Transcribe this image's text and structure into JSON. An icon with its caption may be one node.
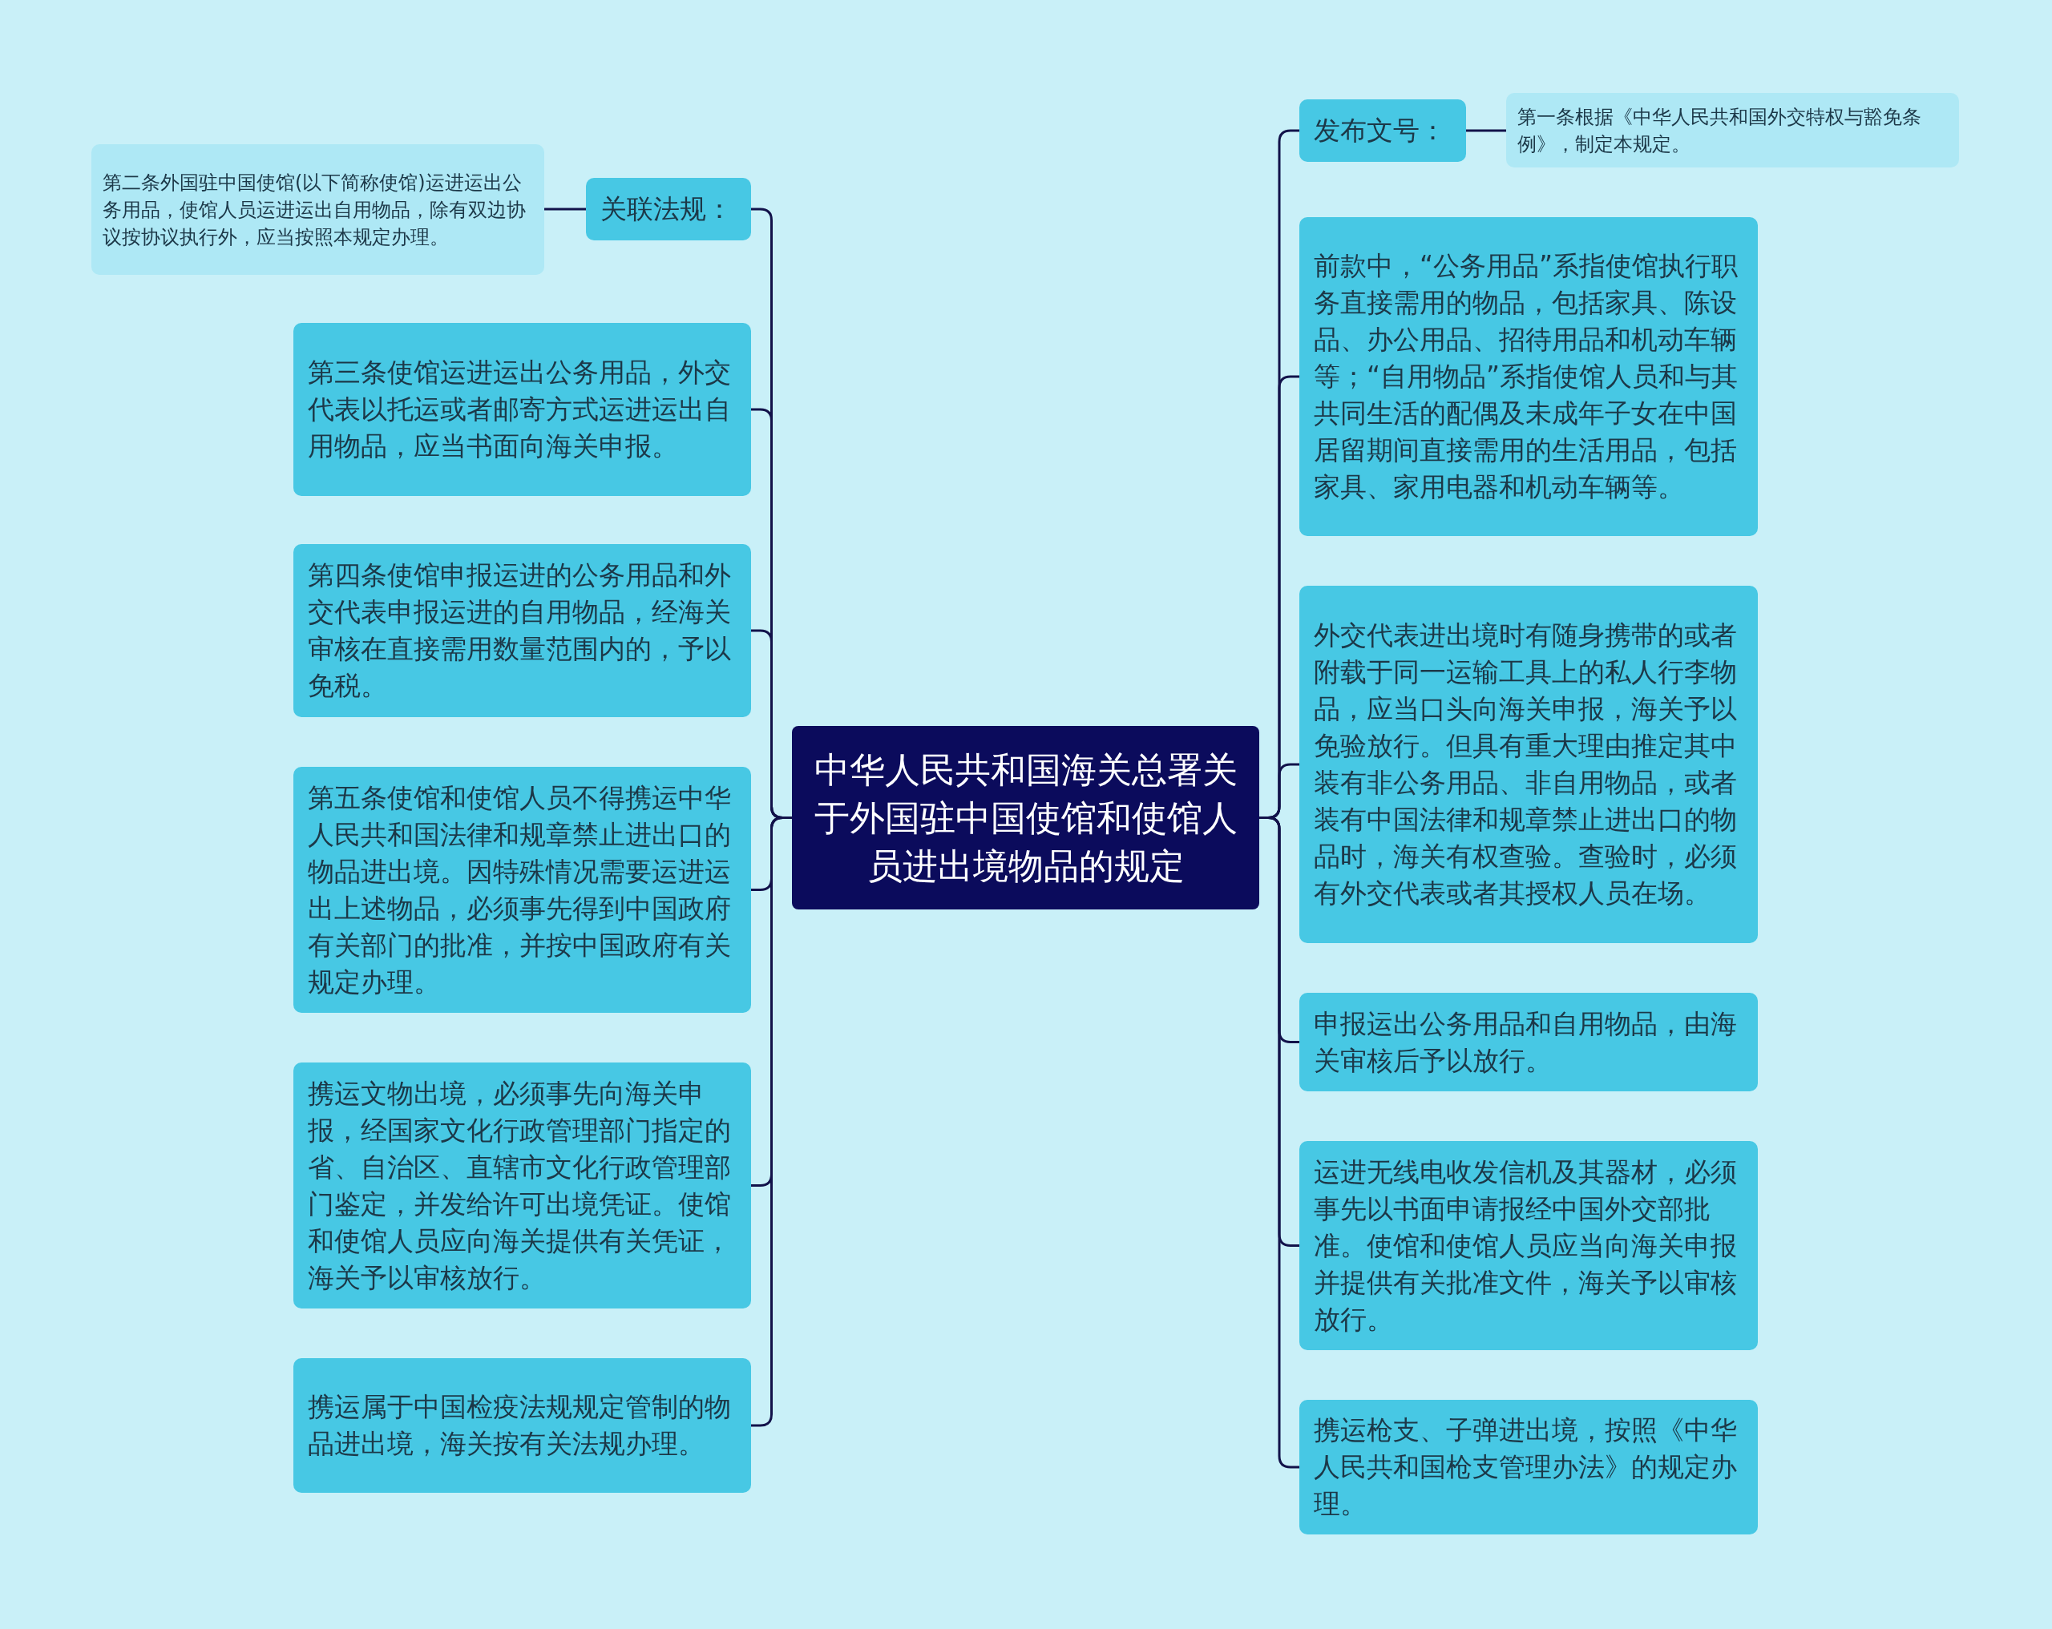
{
  "diagram": {
    "nodes": [
      {
        "text": [
          "中华人民共和国海关总署关于外国驻中国使馆和使馆人员进出境物品的规定"
        ]
      },
      {
        "text": [
          "关联法规："
        ]
      },
      {
        "text": [
          "第二条外国驻中国使馆(以下简称使馆)运进运出公务用品，使馆人员运进运出自用物品，除有双边协议按协议执行外，应当按照本规定办理。"
        ]
      },
      {
        "text": [
          "第三条使馆运进运出公务用品，外交代表以托运或者邮寄方式运进运出自用物品，应当书面向海关申报。"
        ]
      },
      {
        "text": [
          "第四条使馆申报运进的公务用品和外交代表申报运进的自用物品，经海关审核在直接需用数量范围内的，予以免税。"
        ]
      },
      {
        "text": [
          "第五条使馆和使馆人员不得携运中华人民共和国法律和规章禁止进出口的物品进出境。因特殊情况需要运进运出上述物品，必须事先得到中国政府有关部门的批准，并按中国政府有关规定办理。"
        ]
      },
      {
        "text": [
          "携运文物出境，必须事先向海关申报，经国家文化行政管理部门指定的省、自治区、直辖市文化行政管理部门鉴定，并发给许可出境凭证。使馆和使馆人员应向海关提供有关凭证，海关予以审核放行。"
        ]
      },
      {
        "text": [
          "携运属于中国检疫法规规定管制的物品进出境，海关按有关法规办理。"
        ]
      },
      {
        "text": [
          "发布文号："
        ]
      },
      {
        "text": [
          "第一条根据《中华人民共和国外交特权与豁免条例》，制定本规定。"
        ]
      },
      {
        "text": [
          "前款中，“公务用品”系指使馆执行职务直接需用的物品，包括家具、陈设品、办公用品、招待用品和机动车辆等；“自用物品”系指使馆人员和与其共同生活的配偶及未成年子女在中国居留期间直接需用的生活用品，包括家具、家用电器和机动车辆等。"
        ]
      },
      {
        "text": [
          "外交代表进出境时有随身携带的或者附载于同一运输工具上的私人行李物品，应当口头向海关申报，海关予以免验放行。但具有重大理由推定其中装有非公务用品、非自用物品，或者装有中国法律和规章禁止进出口的物品时，海关有权查验。查验时，必须有外交代表或者其授权人员在场。"
        ]
      },
      {
        "text": [
          "申报运出公务用品和自用物品，由海关审核后予以放行。"
        ]
      },
      {
        "text": [
          "运进无线电收发信机及其器材，必须事先以书面申请报经中国外交部批准。使馆和使馆人员应当向海关申报并提供有关批准文件，海关予以审核放行。"
        ]
      },
      {
        "text": [
          "携运枪支、子弹进出境，按照《中华人民共和国枪支管理办法》的规定办理。"
        ]
      }
    ],
    "edges": [
      {
        "from": 0,
        "to": 1,
        "arrow": "none"
      },
      {
        "from": 1,
        "to": 2,
        "arrow": "none"
      },
      {
        "from": 0,
        "to": 3,
        "arrow": "none"
      },
      {
        "from": 0,
        "to": 4,
        "arrow": "none"
      },
      {
        "from": 0,
        "to": 5,
        "arrow": "none"
      },
      {
        "from": 0,
        "to": 6,
        "arrow": "none"
      },
      {
        "from": 0,
        "to": 7,
        "arrow": "none"
      },
      {
        "from": 0,
        "to": 8,
        "arrow": "none"
      },
      {
        "from": 8,
        "to": 9,
        "arrow": "none"
      },
      {
        "from": 0,
        "to": 10,
        "arrow": "none"
      },
      {
        "from": 0,
        "to": 11,
        "arrow": "none"
      },
      {
        "from": 0,
        "to": 12,
        "arrow": "none"
      },
      {
        "from": 0,
        "to": 13,
        "arrow": "none"
      },
      {
        "from": 0,
        "to": 14,
        "arrow": "none"
      }
    ]
  }
}
